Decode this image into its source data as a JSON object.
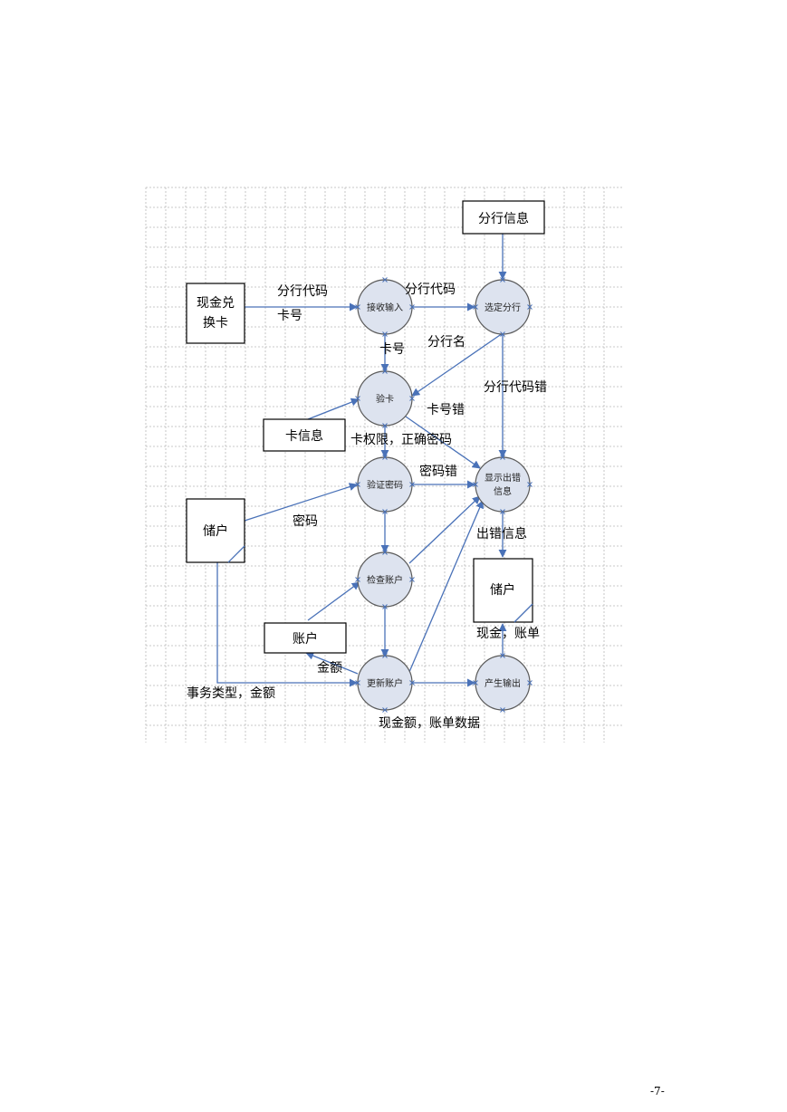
{
  "diagram": {
    "boxes": {
      "branch_info": "分行信息",
      "cash_card_line1": "现金兑",
      "cash_card_line2": "换卡",
      "card_info": "卡信息",
      "depositor_left": "储户",
      "account": "账户",
      "depositor_right": "储户"
    },
    "processes": {
      "receive_input": "接收输入",
      "select_branch": "选定分行",
      "verify_card": "验卡",
      "verify_password": "验证密码",
      "show_error_line1": "显示出错",
      "show_error_line2": "信息",
      "check_account": "检查账户",
      "update_account": "更新账户",
      "produce_output": "产生输出"
    },
    "labels": {
      "branch_code_1": "分行代码",
      "card_no_1": "卡号",
      "branch_code_2": "分行代码",
      "card_no_2": "卡号",
      "branch_name": "分行名",
      "branch_code_err": "分行代码错",
      "card_no_err": "卡号错",
      "card_perm": "卡权限，正确密码",
      "password_err": "密码错",
      "password": "密码",
      "error_info": "出错信息",
      "cash_bill": "现金，账单",
      "amount": "金额",
      "txn_type_amount": "事务类型，金额",
      "cash_amount_bill": "现金额，账单数据"
    }
  },
  "page": {
    "number": "-7-"
  }
}
